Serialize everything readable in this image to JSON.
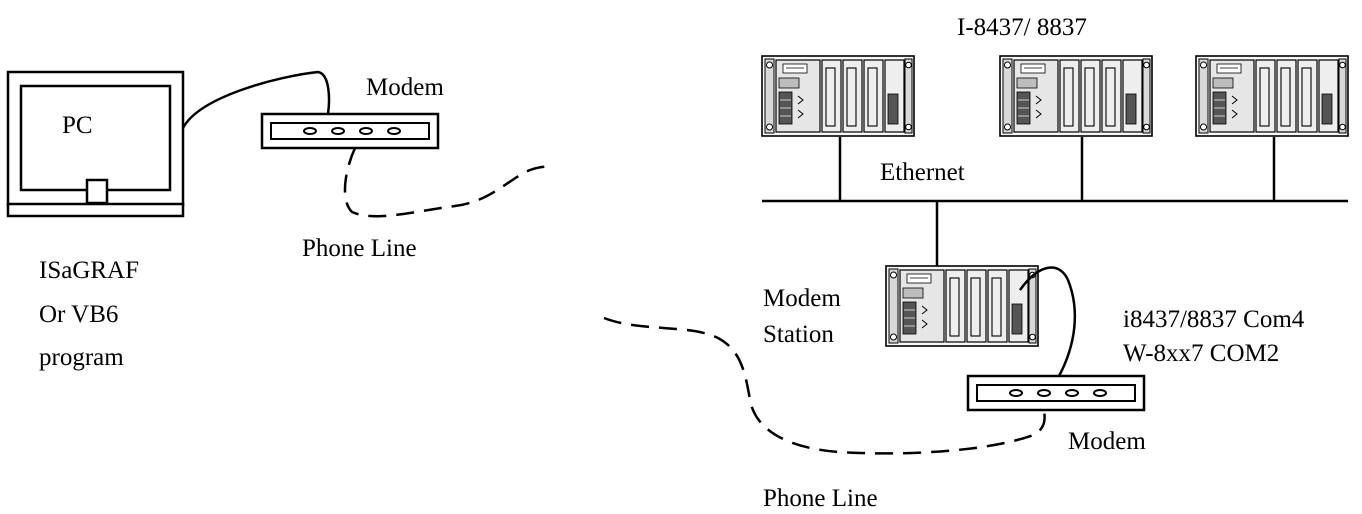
{
  "labels": {
    "pc": "PC",
    "modem_top": "Modem",
    "phone_line_top": "Phone Line",
    "software_1": "ISaGRAF",
    "software_2": "Or VB6",
    "software_3": "program",
    "controllers_title": "I-8437/ 8837",
    "ethernet": "Ethernet",
    "modem_station_1": "Modem",
    "modem_station_2": "Station",
    "com_1": "i8437/8837 Com4",
    "com_2": "W-8xx7 COM2",
    "modem_bottom": "Modem",
    "phone_line_bottom": "Phone Line"
  }
}
